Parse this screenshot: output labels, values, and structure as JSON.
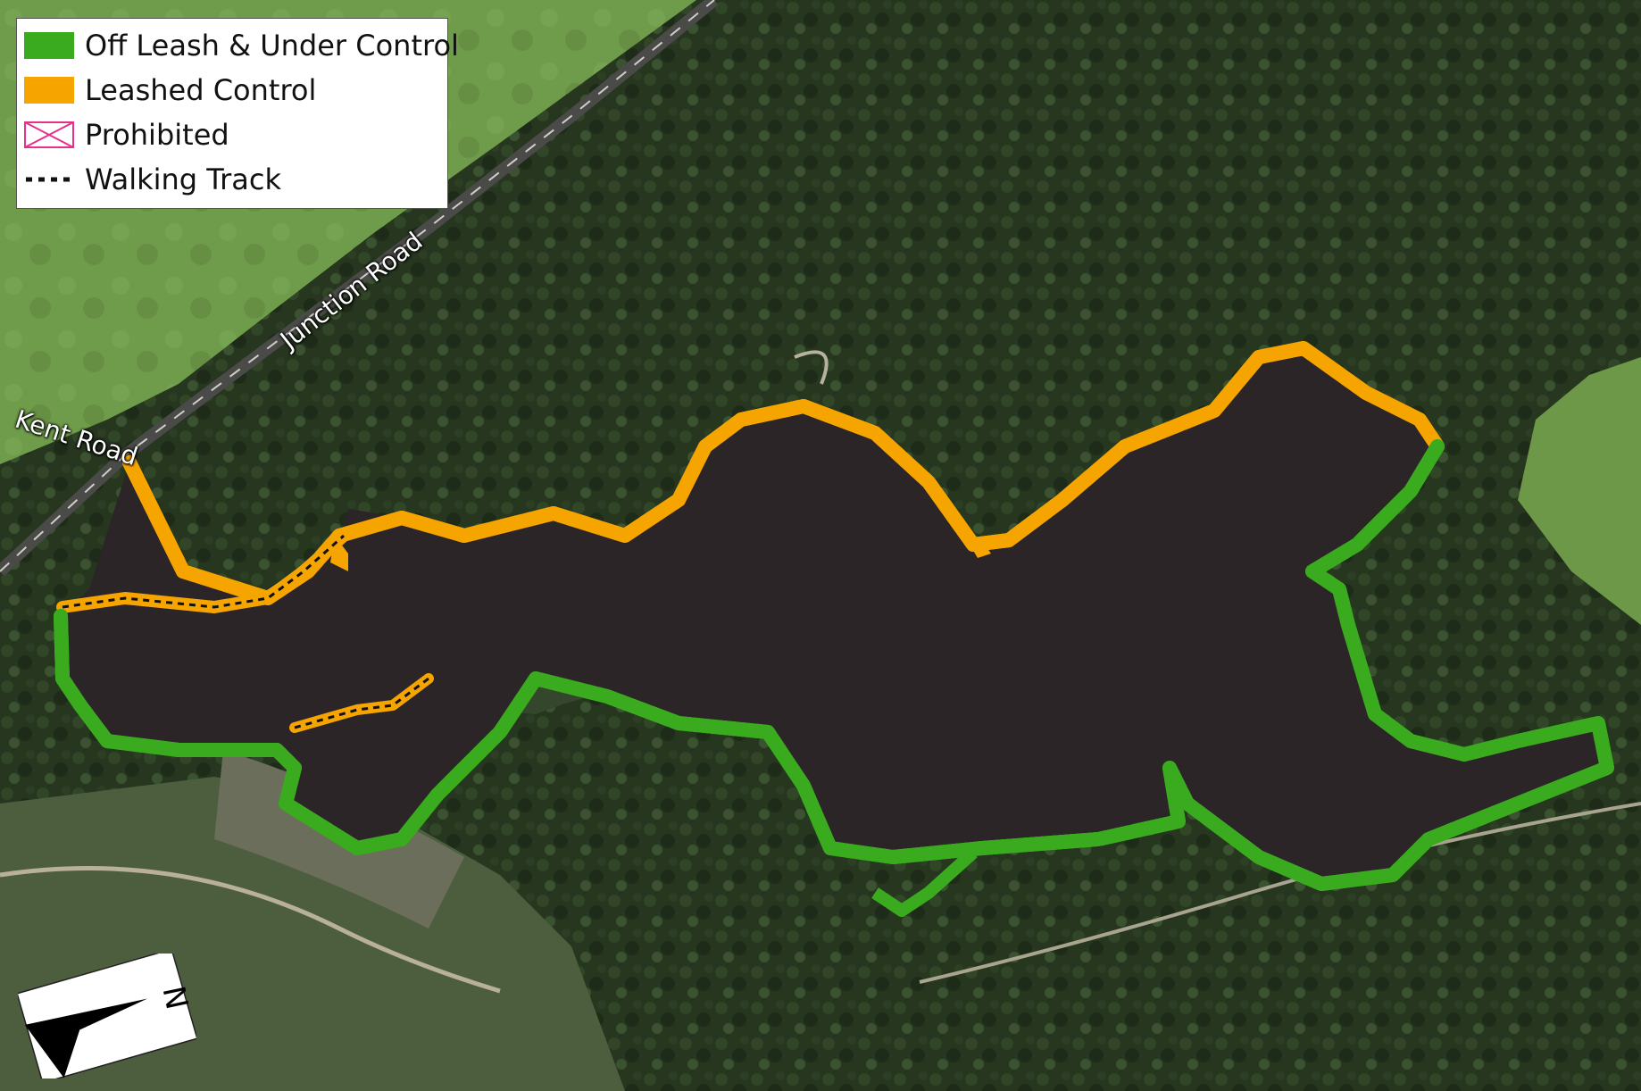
{
  "legend": {
    "items": [
      {
        "label": "Off Leash & Under Control",
        "swatch": "solid",
        "color": "#3aaa1e"
      },
      {
        "label": "Leashed Control",
        "swatch": "solid",
        "color": "#f5a400"
      },
      {
        "label": "Prohibited",
        "swatch": "hatch",
        "color": "#e6308a"
      },
      {
        "label": "Walking Track",
        "swatch": "dashed",
        "color": "#111111"
      }
    ]
  },
  "roads": {
    "junction": "Junction Road",
    "kent": "Kent Road"
  },
  "north_arrow": {
    "label": "N",
    "icon": "north-arrow-icon"
  },
  "colors": {
    "off_leash": "#3aaa1e",
    "leashed": "#f5a400",
    "prohibited": "#e6308a",
    "track": "#111111",
    "water": "#2a2224",
    "forest": "#26361f",
    "pasture": "#6e9a4a"
  }
}
